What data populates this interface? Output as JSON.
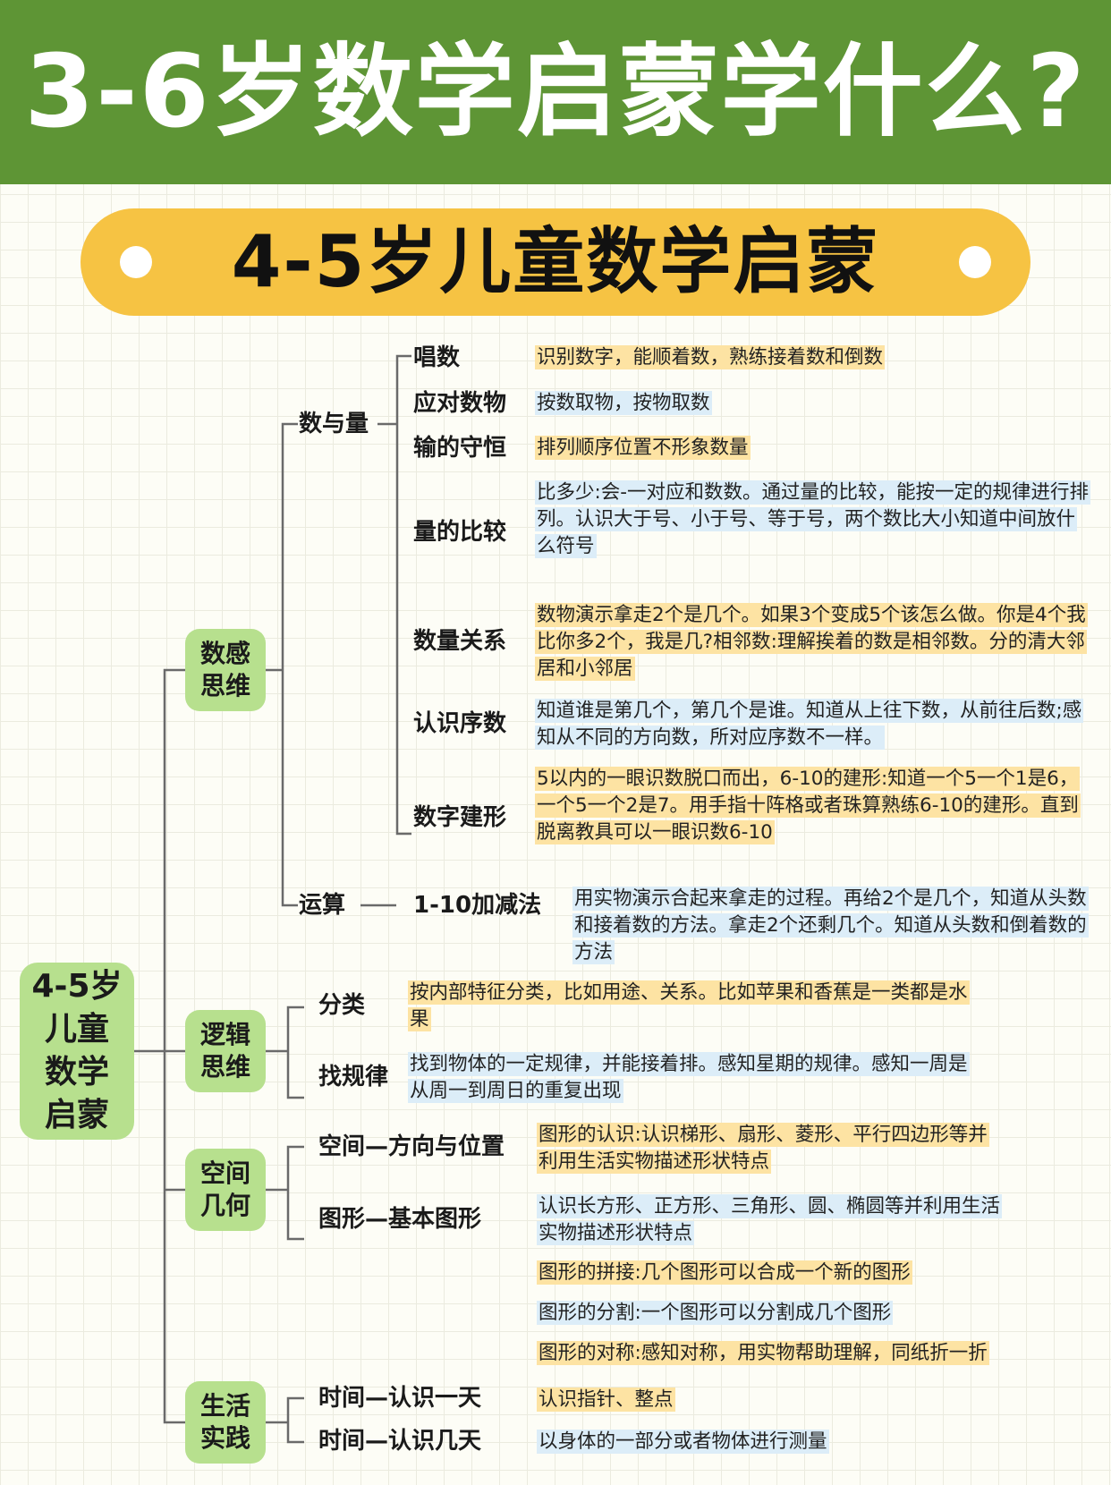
{
  "title": "3-6岁数学启蒙学什么?",
  "subtitle": "4-5岁儿童数学启蒙",
  "root": "4-5岁\n儿童\n数学\n启蒙",
  "categories": [
    {
      "label": "数感\n思维",
      "groups": [
        {
          "label": "数与量",
          "items": [
            {
              "label": "唱数",
              "desc": "识别数字，能顺着数，熟练接着数和倒数"
            },
            {
              "label": "应对数物",
              "desc": "按数取物，按物取数"
            },
            {
              "label": "输的守恒",
              "desc": "排列顺序位置不形象数量"
            },
            {
              "label": "量的比较",
              "desc": "比多少:会-一对应和数数。通过量的比较，能按一定的规律进行排列。认识大于号、小于号、等于号，两个数比大小知道中间放什么符号"
            },
            {
              "label": "数量关系",
              "desc": "数物演示拿走2个是几个。如果3个变成5个该怎么做。你是4个我比你多2个，我是几?相邻数:理解挨着的数是相邻数。分的清大邻居和小邻居"
            },
            {
              "label": "认识序数",
              "desc": "知道谁是第几个，第几个是谁。知道从上往下数，从前往后数;感知从不同的方向数，所对应序数不一样。"
            },
            {
              "label": "数字建形",
              "desc": "5以内的一眼识数脱口而出，6-10的建形:知道一个5一个1是6，一个5一个2是7。用手指十阵格或者珠算熟练6-10的建形。直到脱离教具可以一眼识数6-10"
            }
          ]
        },
        {
          "label": "运算",
          "items": [
            {
              "label": "1-10加减法",
              "desc": "用实物演示合起来拿走的过程。再给2个是几个，知道从头数和接着数的方法。拿走2个还剩几个。知道从头数和倒着数的方法"
            }
          ]
        }
      ]
    },
    {
      "label": "逻辑\n思维",
      "items": [
        {
          "label": "分类",
          "desc": "按内部特征分类，比如用途、关系。比如苹果和香蕉是一类都是水果"
        },
        {
          "label": "找规律",
          "desc": "找到物体的一定规律，并能接着排。感知星期的规律。感知一周是从周一到周日的重复出现"
        }
      ]
    },
    {
      "label": "空间\n几何",
      "items": [
        {
          "label": "空间—方向与位置",
          "desc": "图形的认识:认识梯形、扇形、菱形、平行四边形等并利用生活实物描述形状特点"
        },
        {
          "label": "图形—基本图形",
          "desc": "认识长方形、正方形、三角形、圆、椭圆等并利用生活实物描述形状特点"
        }
      ],
      "extra": [
        "图形的拼接:几个图形可以合成一个新的图形",
        "图形的分割:一个图形可以分割成几个图形",
        "图形的对称:感知对称，用实物帮助理解，同纸折一折"
      ]
    },
    {
      "label": "生活\n实践",
      "items": [
        {
          "label": "时间—认识一天",
          "desc": "认识指针、整点"
        },
        {
          "label": "时间—认识几天",
          "desc": "以身体的一部分或者物体进行测量"
        }
      ]
    }
  ]
}
